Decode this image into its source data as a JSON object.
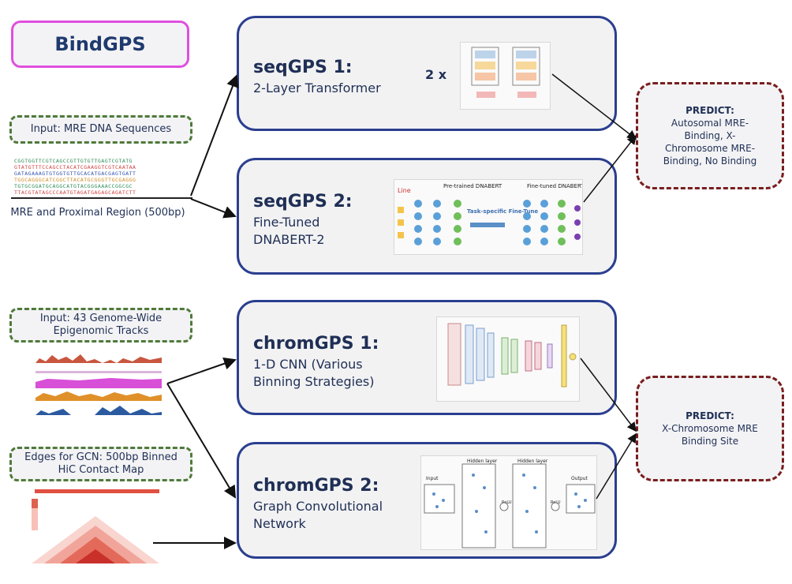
{
  "title": "BindGPS",
  "inputs": {
    "mre": "Input: MRE DNA Sequences",
    "mre_caption": "MRE and Proximal Region (500bp)",
    "epi": "Input: 43 Genome-Wide Epigenomic Tracks",
    "gcn": "Edges for GCN: 500bp Binned HiC Contact Map"
  },
  "models": {
    "seq1": {
      "name": "seqGPS 1:",
      "desc": "2-Layer Transformer",
      "mult": "2 x"
    },
    "seq2": {
      "name": "seqGPS 2:",
      "desc1": "Fine-Tuned",
      "desc2": "DNABERT-2",
      "pre": "Pre-trained DNABERT",
      "task": "Task-specific Fine-Tune",
      "fine": "Fine-tuned DNABERT",
      "line": "Line"
    },
    "chrom1": {
      "name": "chromGPS 1:",
      "desc1": "1-D CNN (Various",
      "desc2": "Binning Strategies)"
    },
    "chrom2": {
      "name": "chromGPS 2:",
      "desc1": "Graph Convolutional",
      "desc2": "Network",
      "input": "Input",
      "hidden1": "Hidden layer",
      "hidden2": "Hidden layer",
      "relu": "ReLU",
      "output": "Output"
    }
  },
  "predictions": {
    "seq": {
      "label": "PREDICT:",
      "text": "Autosomal MRE-Binding, X-Chromosome MRE-Binding, No Binding"
    },
    "chrom": {
      "label": "PREDICT:",
      "text": "X-Chromosome MRE Binding Site"
    }
  },
  "colors": {
    "title_border": "#e04fe0",
    "input_border": "#4f7a3a",
    "model_border": "#2b3f8f",
    "predict_border": "#7a1e1e"
  }
}
